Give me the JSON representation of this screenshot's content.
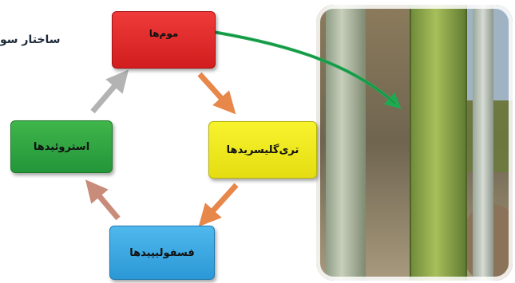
{
  "page_fragment_text": "ساختار سو",
  "nodes": {
    "waxes": "موم‌ها",
    "triglycerides": "تری‌گلیسریدها",
    "steroids": "استروئیدها",
    "phospholipids": "فسفولیپیدها"
  },
  "colors": {
    "waxes": "#e02a2a",
    "triglycerides": "#f2ea1e",
    "steroids": "#2fa843",
    "phospholipids": "#3aa9e2",
    "arrow_orange": "#e8874a",
    "arrow_gray": "#b3b3b3",
    "arrow_brown": "#c98b7a",
    "pointer_arrow": "#1faa52"
  },
  "photo": {
    "subject": "plant stems with waxy coating",
    "icon": "photo-image"
  }
}
